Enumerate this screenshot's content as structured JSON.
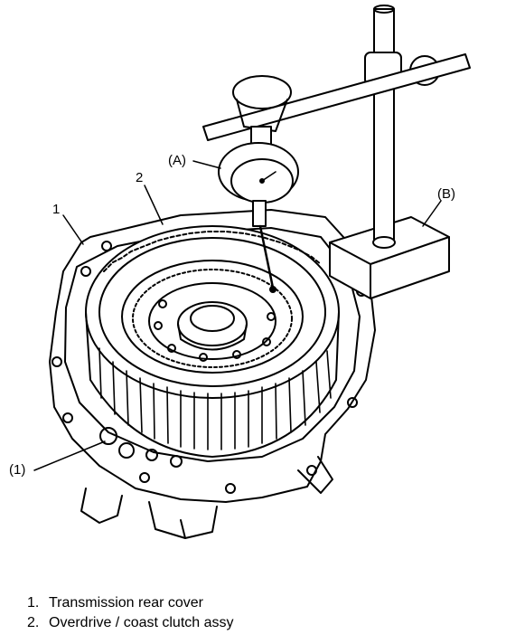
{
  "callouts": {
    "part_1": "1",
    "part_2": "2",
    "tool_a": "(A)",
    "tool_b": "(B)",
    "point_1": "(1)"
  },
  "legend": [
    {
      "num": "1.",
      "text": "Transmission rear cover"
    },
    {
      "num": "2.",
      "text": "Overdrive / coast clutch assy"
    }
  ],
  "colors": {
    "ink": "#000000",
    "paper": "#ffffff"
  },
  "icons": {
    "dial_gauge": "dial-indicator-icon",
    "magnetic_base": "magnetic-stand-icon"
  }
}
